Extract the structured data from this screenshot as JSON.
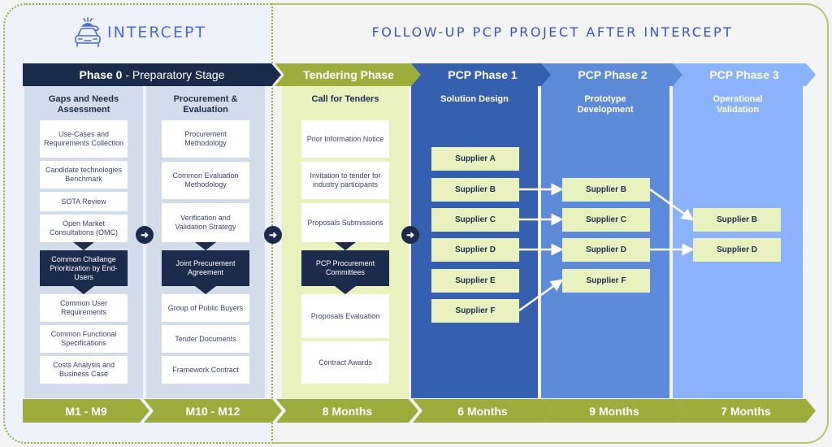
{
  "logo": {
    "text": "INTERCEPT",
    "icon": "car-siren-icon"
  },
  "follow_up_title": "FOLLOW-UP PCP PROJECT AFTER INTERCEPT",
  "colors": {
    "navy": "#1c2b4b",
    "olive": "#9cad3b",
    "light_green": "#e9f2bf",
    "blue_dark": "#3560b0",
    "blue_mid": "#5d8bd9",
    "blue_light": "#8ab3fb",
    "grey_blue": "#d3dcea"
  },
  "phases": [
    {
      "label_bold": "Phase 0",
      "label_rest": " - Preparatory Stage"
    },
    {
      "label": "Tendering Phase"
    },
    {
      "label": "PCP Phase 1"
    },
    {
      "label": "PCP Phase 2"
    },
    {
      "label": "PCP Phase 3"
    }
  ],
  "columns": {
    "gaps": {
      "title": "Gaps and Needs Assessment",
      "items": [
        "Use-Cases and Requirements Collection",
        "Candidate technologies Benchmark",
        "SOTA Review",
        "Open Market Consultations (OMC)",
        "Common Challange Prioritization by End-Users",
        "Common User Requirements",
        "Common Functional Specifications",
        "Costs Analysis and Business Case"
      ]
    },
    "procurement": {
      "title": "Procurement & Evaluation",
      "items": [
        "Procurement Methodology",
        "Common Evaluation Methodology",
        "Verification and Validation Strategy",
        "Joint Precurement Agreement",
        "Group of Public Buyers",
        "Tender Documents",
        "Framework Contract"
      ]
    },
    "tenders": {
      "title": "Call for Tenders",
      "items": [
        "Prior Information Notice",
        "Invitation to tender for industry participants",
        "Proposals Submissions",
        "PCP Procurement Committees",
        "Proposals Evaluation",
        "Contract Awards"
      ]
    },
    "solution": {
      "title": "Solution Design",
      "suppliers": [
        "Supplier A",
        "Supplier B",
        "Supplier C",
        "Supplier D",
        "Supplier E",
        "Supplier F"
      ]
    },
    "prototype": {
      "title": "Prototype Development",
      "suppliers": [
        "Supplier B",
        "Supplier C",
        "Supplier D",
        "Supplier F"
      ]
    },
    "operational": {
      "title": "Operational Validation",
      "suppliers": [
        "Supplier B",
        "Supplier D"
      ]
    }
  },
  "durations": [
    "M1 - M9",
    "M10 - M12",
    "8 Months",
    "6 Months",
    "9 Months",
    "7 Months"
  ]
}
